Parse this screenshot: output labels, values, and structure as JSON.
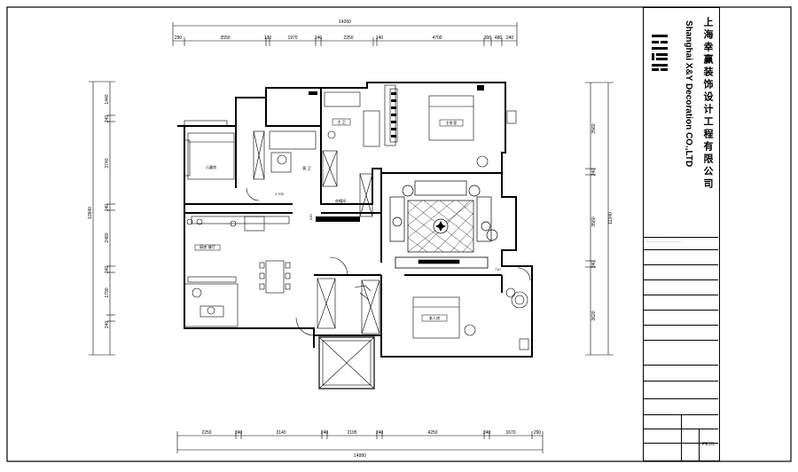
{
  "drawing": {
    "dims_top": {
      "total": "14260",
      "segments": [
        "290",
        "3550",
        "130",
        "1970",
        "240",
        "2250",
        "140",
        "4700",
        "300",
        "480",
        "240"
      ]
    },
    "dims_bottom": {
      "total": "14990",
      "segments": [
        "2250",
        "240",
        "3140",
        "240",
        "2195",
        "240",
        "4250",
        "240",
        "1670",
        "290"
      ]
    },
    "dims_left": {
      "total": "10940",
      "segments": [
        "1440",
        "240",
        "3740",
        "240",
        "2480",
        "240",
        "1790",
        "240"
      ]
    },
    "dims_right": {
      "total": "11340",
      "segments": [
        "3560",
        "240",
        "3560",
        "240",
        "3620"
      ]
    },
    "notes": {
      "mid_710": "710",
      "mid_530": "530",
      "mid_1700": "1.700"
    },
    "rooms": {
      "master_bed": "主卧室",
      "kids_room": "儿童房",
      "bath_main": "主 卫",
      "bath_guest": "客 卫",
      "cloakroom": "衣帽间",
      "kitchen": "厨房·餐厅",
      "elder_room": "老人房"
    }
  },
  "title_block": {
    "company_cn": "上海幸赢装饰设计工程有限公司",
    "company_en": "Shanghai X&Y Decoration CO.,LTD",
    "page_no": "PE.01"
  }
}
